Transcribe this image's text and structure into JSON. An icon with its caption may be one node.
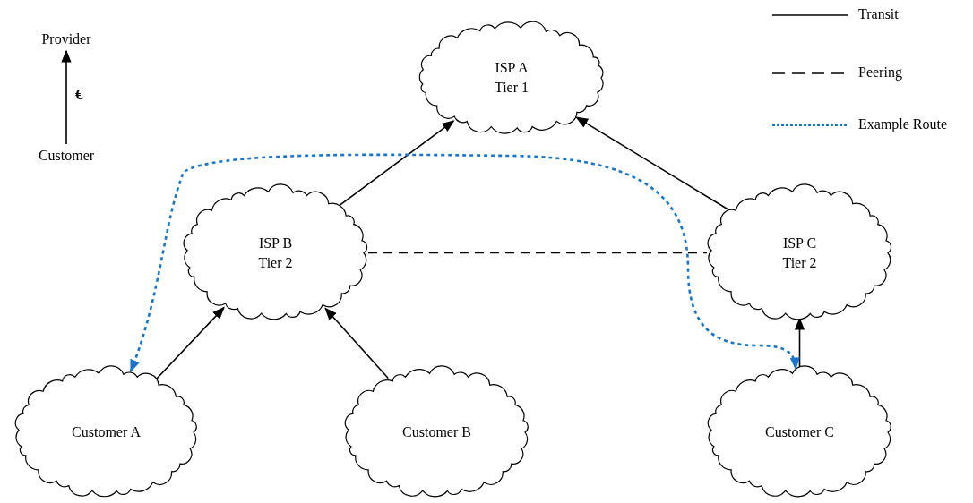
{
  "diagram": {
    "nodes": [
      {
        "text": [
          "ISP A",
          "Tier 1"
        ]
      },
      {
        "text": [
          "ISP B",
          "Tier 2"
        ]
      },
      {
        "text": [
          "ISP C",
          "Tier 2"
        ]
      },
      {
        "text": [
          "Customer A"
        ]
      },
      {
        "text": [
          "Customer B"
        ]
      },
      {
        "text": [
          "Customer C"
        ]
      },
      {
        "text": [
          "Provider"
        ]
      },
      {
        "text": [
          "Customer"
        ]
      }
    ],
    "edges": [
      {
        "from": 1,
        "to": 0,
        "arrow": "to"
      },
      {
        "from": 2,
        "to": 0,
        "arrow": "to"
      },
      {
        "from": 1,
        "to": 2,
        "arrow": "none",
        "style": "dashed"
      },
      {
        "from": 3,
        "to": 1,
        "arrow": "to"
      },
      {
        "from": 4,
        "to": 1,
        "arrow": "to"
      },
      {
        "from": 5,
        "to": 2,
        "arrow": "to"
      },
      {
        "from": 3,
        "to": 5,
        "arrow": "both",
        "style": "dashed",
        "color": "#1a75c8"
      },
      {
        "from": 7,
        "to": 6,
        "arrow": "to",
        "label": "€"
      }
    ],
    "legend": [
      {
        "text": "Transit"
      },
      {
        "text": "Peering"
      },
      {
        "text": "Example Route"
      }
    ]
  }
}
